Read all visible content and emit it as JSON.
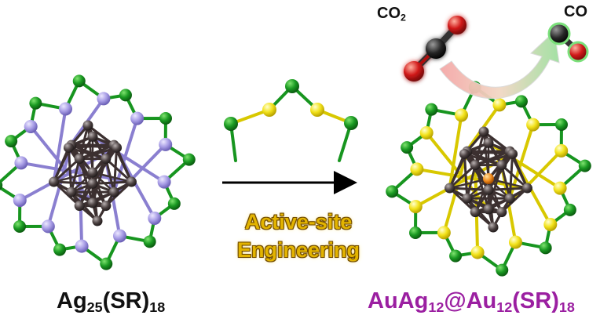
{
  "left_cluster": {
    "formula_main": "Ag",
    "formula_sub1": "25",
    "formula_mid": "(SR)",
    "formula_sub2": "18"
  },
  "right_cluster": {
    "formula_p1": "AuAg",
    "formula_s1": "12",
    "formula_p2": "@Au",
    "formula_s2": "12",
    "formula_p3": "(SR)",
    "formula_s3": "18"
  },
  "reaction": {
    "reactant_main": "CO",
    "reactant_sub": "2",
    "product": "CO"
  },
  "process": {
    "line1": "Active-site",
    "line2": "Engineering"
  },
  "colors": {
    "sulfur_left": "#a89de6",
    "sulfur_right": "#f2e21a",
    "ligand_carbon": "#17951f",
    "core_metal": "#4a4040",
    "center_atom": "#f08a1c",
    "oxygen": "#d11a1a",
    "label_right": "#9b1fa1",
    "engineering_text": "#e3b400"
  }
}
